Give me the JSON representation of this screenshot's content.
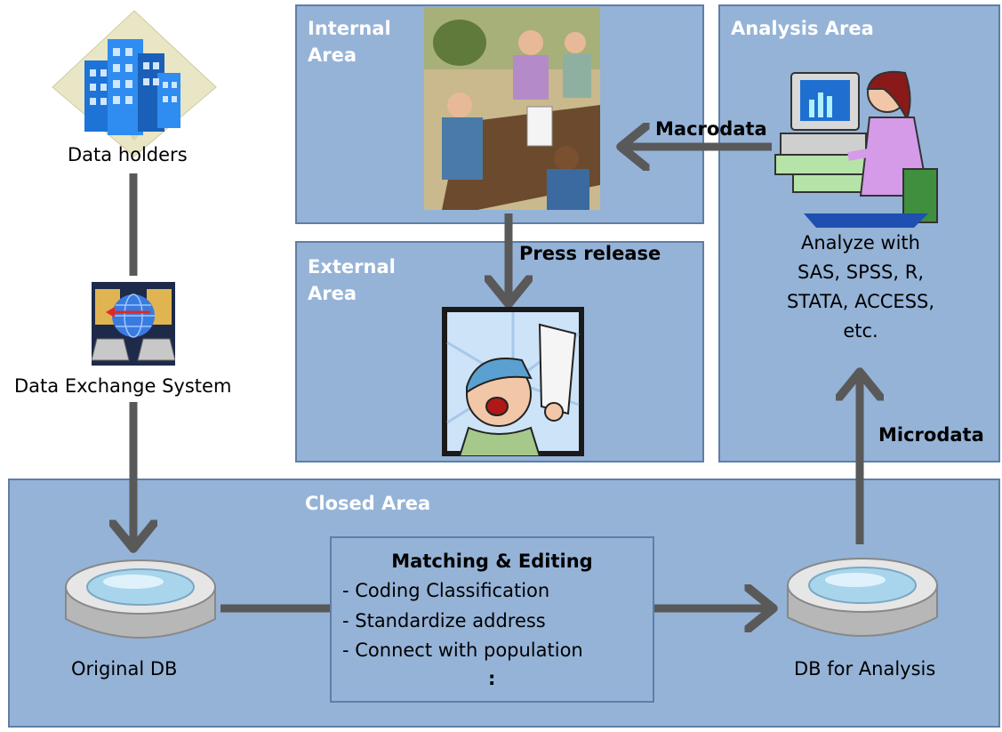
{
  "areas": {
    "internal": {
      "title": "Internal\nArea"
    },
    "external": {
      "title": "External\nArea"
    },
    "analysis": {
      "title": "Analysis Area",
      "tools": "Analyze with\nSAS, SPSS, R,\nSTATA, ACCESS,\netc."
    },
    "closed": {
      "title": "Closed Area"
    }
  },
  "nodes": {
    "data_holders": "Data holders",
    "data_exchange": "Data Exchange System",
    "original_db": "Original DB",
    "db_analysis": "DB for Analysis"
  },
  "edges": {
    "macrodata": "Macrodata",
    "press_release": "Press release",
    "microdata": "Microdata"
  },
  "matching": {
    "title": "Matching & Editing",
    "items": [
      "- Coding Classification",
      "- Standardize address",
      "- Connect with population"
    ],
    "ellipsis": ":"
  },
  "colors": {
    "area_fill": "#95b3d7",
    "area_border": "#5f7ea8",
    "arrow": "#595959",
    "title_text": "#ffffff"
  },
  "icons": [
    "buildings-icon",
    "network-exchange-icon",
    "meeting-icon",
    "newspaper-boy-icon",
    "analyst-computer-icon",
    "database-icon"
  ]
}
